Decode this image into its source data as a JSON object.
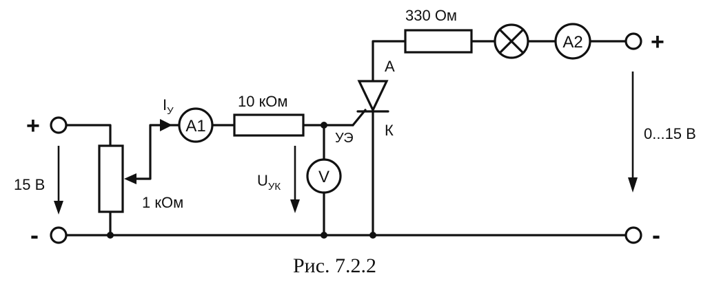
{
  "figure": {
    "caption": "Рис. 7.2.2"
  },
  "input": {
    "plus": "+",
    "minus": "-",
    "voltage": "15 В"
  },
  "potentiometer": {
    "value": "1 кОм"
  },
  "control_current": {
    "main": "I",
    "sub": "У"
  },
  "ammeter1": {
    "label": "A1"
  },
  "resistor_gate": {
    "value": "10 кОм"
  },
  "control_electrode": {
    "label": "УЭ"
  },
  "voltmeter": {
    "label": "V"
  },
  "gate_voltage": {
    "main": "U",
    "sub": "УК"
  },
  "thyristor": {
    "anode": "A",
    "cathode": "К"
  },
  "resistor_load": {
    "value": "330 Ом"
  },
  "lamp": {
    "icon": "lamp-icon"
  },
  "ammeter2": {
    "label": "A2"
  },
  "output": {
    "plus": "+",
    "minus": "-",
    "voltage": "0...15 В"
  }
}
